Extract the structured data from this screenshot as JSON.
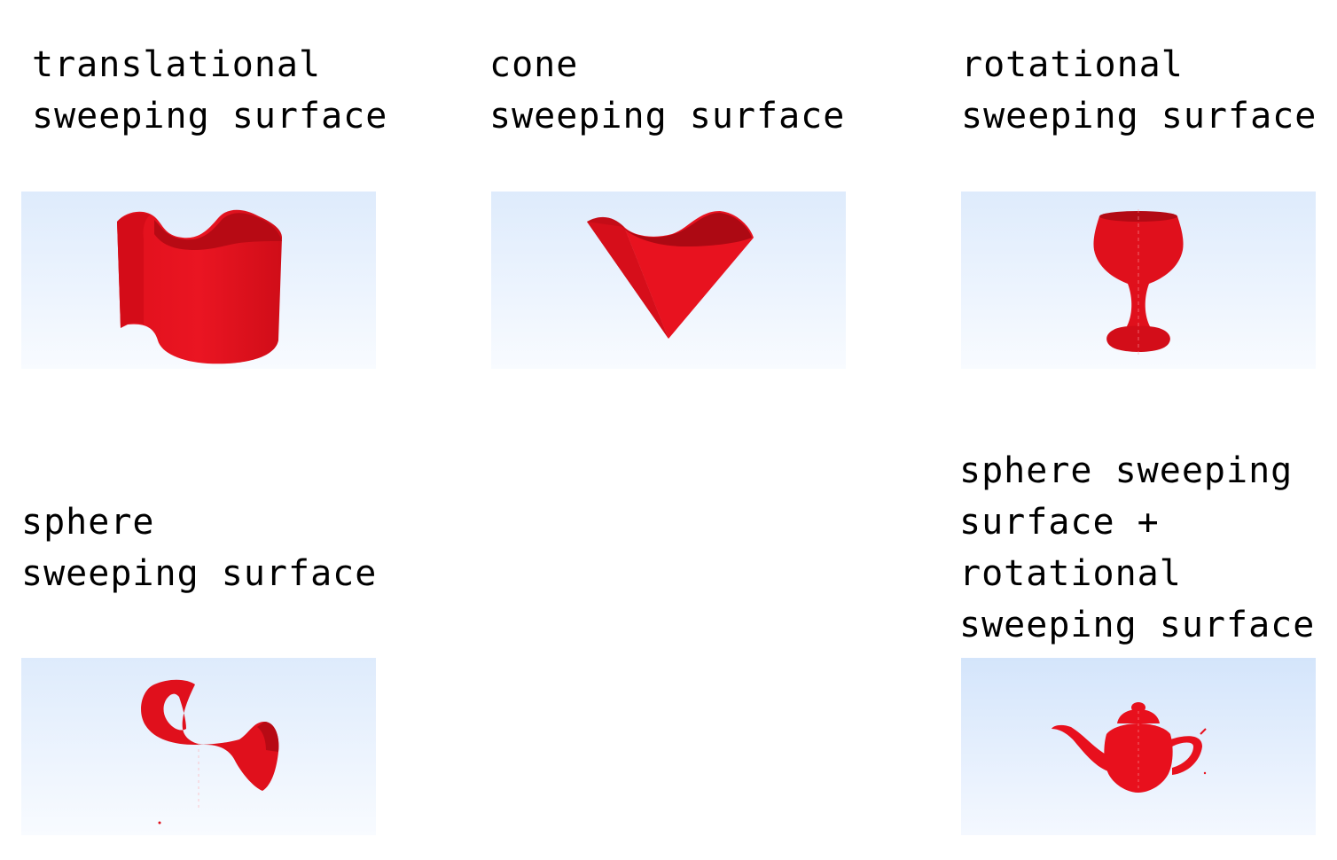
{
  "figure": {
    "items": [
      {
        "caption": "translational\nsweeping surface",
        "shape": "translational-sweep-shape",
        "fill_color": "#e60f1c"
      },
      {
        "caption": "cone\nsweeping surface",
        "shape": "cone-sweep-shape",
        "fill_color": "#e60f1c"
      },
      {
        "caption": "rotational\nsweeping surface",
        "shape": "goblet-shape",
        "fill_color": "#e60f1c"
      },
      {
        "caption": "sphere\nsweeping surface",
        "shape": "ribbon-loop-shape",
        "fill_color": "#e60f1c"
      },
      {
        "caption": "sphere sweeping\nsurface +\nrotational\nsweeping surface",
        "shape": "teapot-shape",
        "fill_color": "#e60f1c"
      }
    ],
    "panel_background_top": "#deebfc",
    "panel_background_bottom": "#f8fbff"
  }
}
